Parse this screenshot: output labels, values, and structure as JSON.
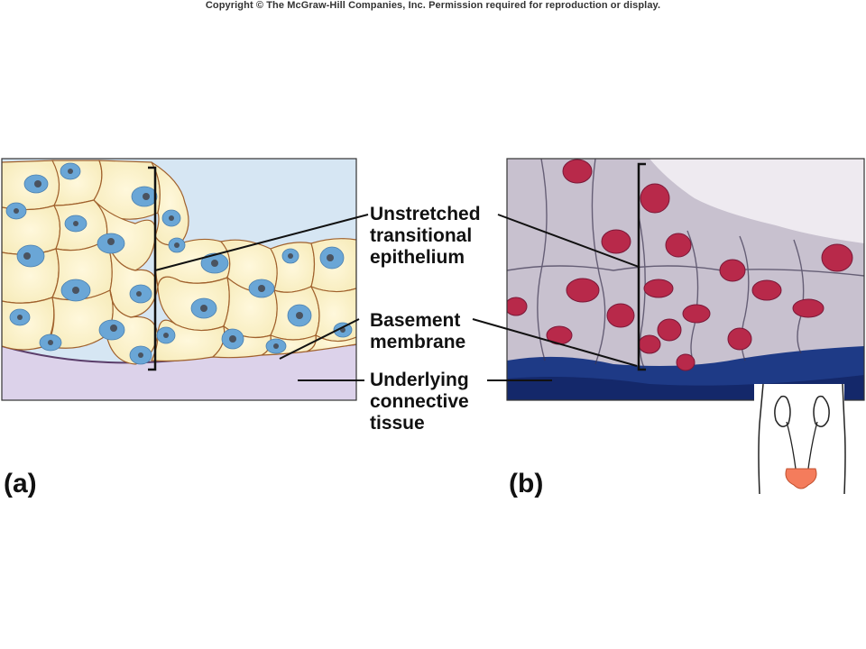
{
  "copyright": "Copyright © The McGraw-Hill Companies, Inc. Permission required for reproduction or display.",
  "labels": {
    "unstretched": [
      "Unstretched",
      "transitional",
      "epithelium"
    ],
    "basement": [
      "Basement",
      "membrane"
    ],
    "underlying": [
      "Underlying",
      "connective",
      "tissue"
    ]
  },
  "panels": {
    "a": "(a)",
    "b": "(b)"
  },
  "colors": {
    "lumen": "#d6e6f3",
    "cell_fill": "#fbf3cd",
    "cell_outline": "#a0612d",
    "nucleus": "#6aa6d6",
    "nucleolus": "#4a5360",
    "connective": "#dcd2ea",
    "micro_background": "#c8c1cf",
    "micro_nucleus": "#b8294a",
    "micro_connective": "#1e3a86",
    "bladder": "#f47c5c"
  }
}
